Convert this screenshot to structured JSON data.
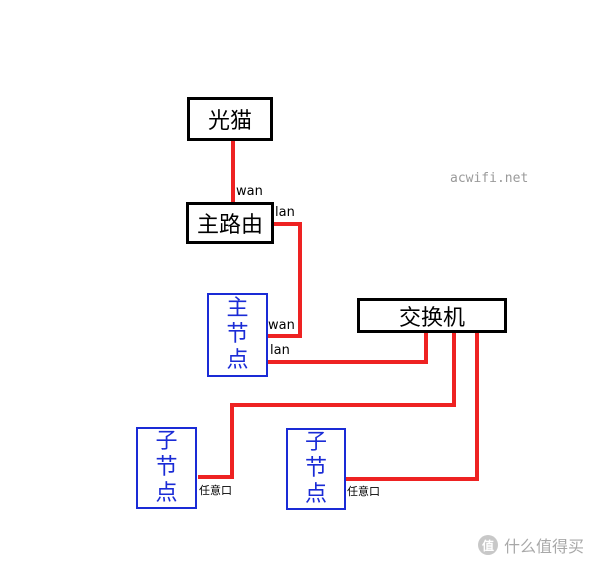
{
  "nodes": {
    "modem": "光猫",
    "main_router": "主路由",
    "switch": "交换机",
    "main_node": "主节点",
    "sub_node_1": "子节点",
    "sub_node_2": "子节点"
  },
  "ports": {
    "modem_wan": "wan",
    "router_lan": "lan",
    "mainnode_wan": "wan",
    "mainnode_lan": "lan",
    "sub1_port": "任意口",
    "sub2_port": "任意口"
  },
  "watermarks": {
    "site": "acwifi.net",
    "brand": "什么值得买",
    "brand_logo": "值"
  },
  "colors": {
    "wire": "#ee2222",
    "node_border": "#000000",
    "mesh_node": "#1a2bd6"
  }
}
